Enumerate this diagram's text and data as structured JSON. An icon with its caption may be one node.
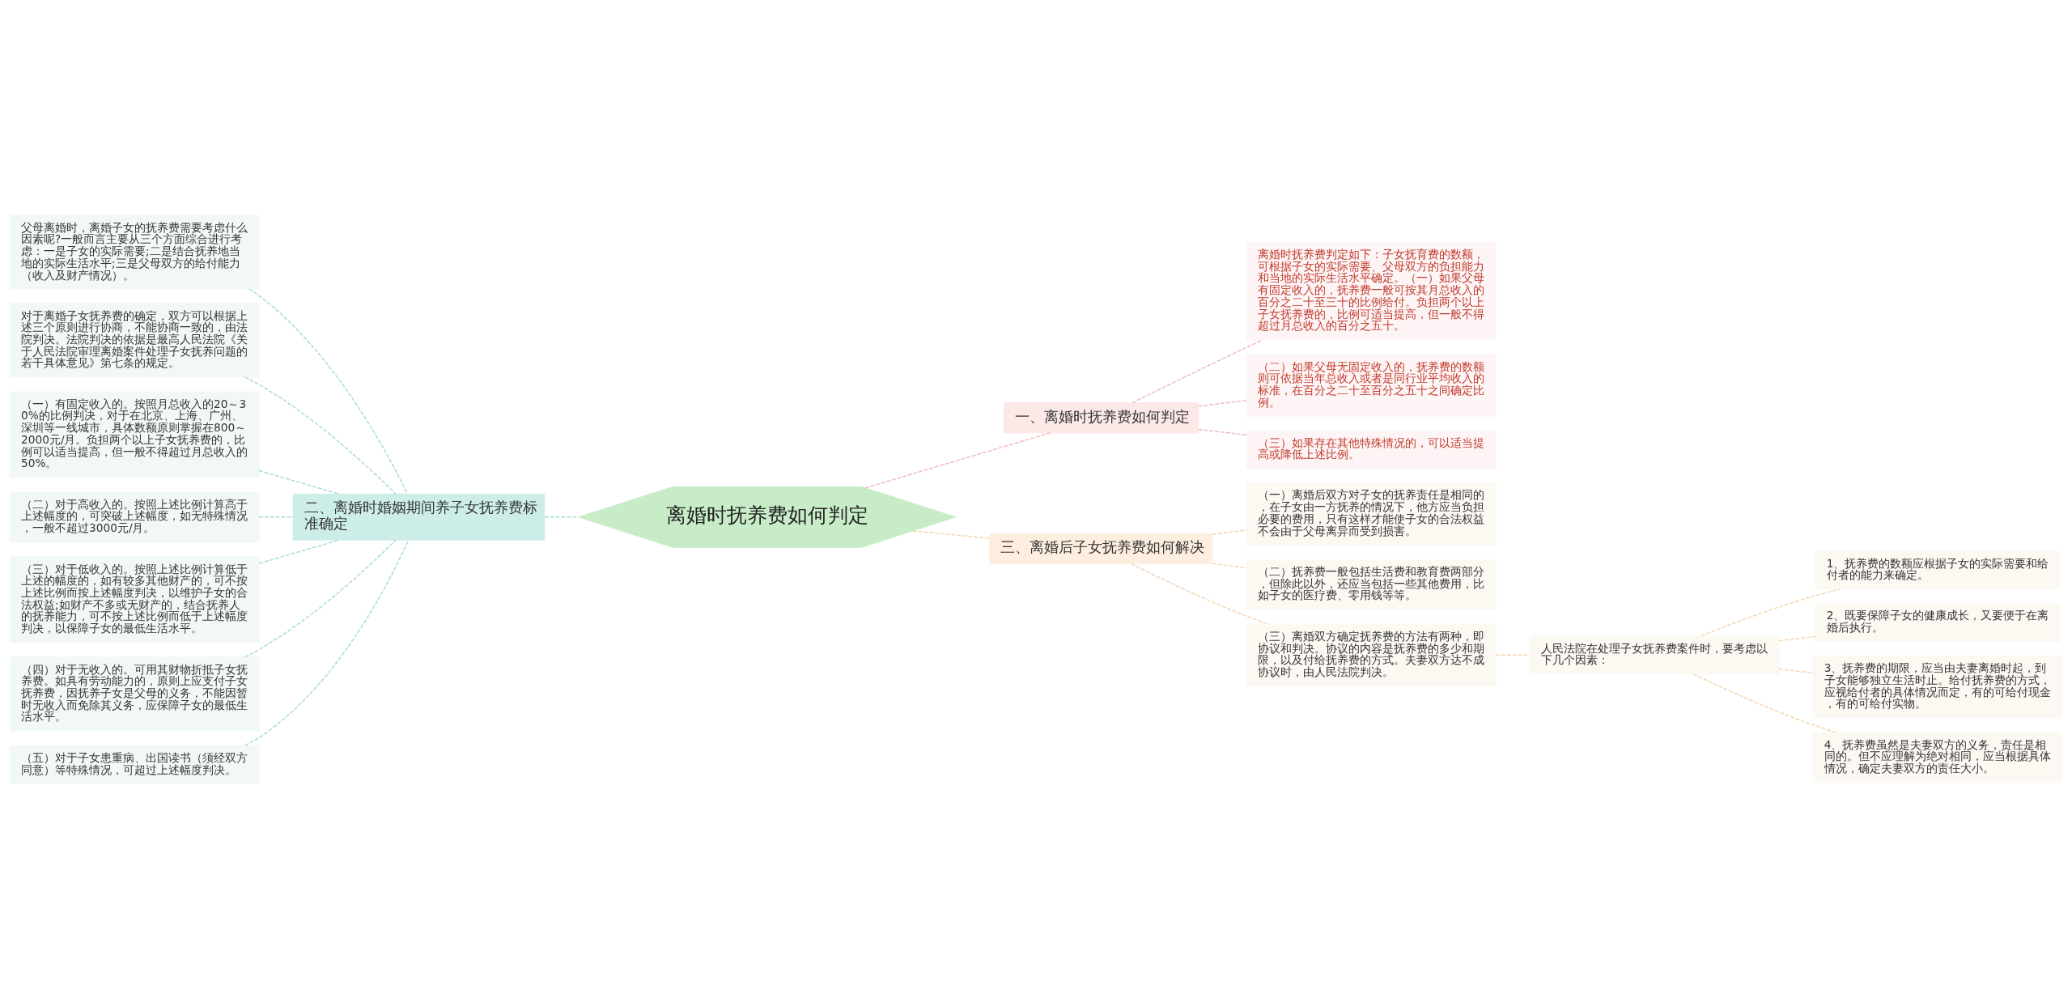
{
  "diagram": {
    "nodes": [
      {
        "text": [
          "离婚时抚养费如何判定"
        ]
      },
      {
        "text": [
          "一、离婚时抚养费如何判定"
        ]
      },
      {
        "text": [
          "离婚时抚养费判定如下：子女抚育费的数额，可根据子女的实际需要、父母双方的负担能力和当地的实际生活水平确定。（一）如果父母有固定收入的，抚养费一般可按其月总收入的百分之二十至三十的比例给付。负担两个以上子女抚养费的，比例可适当提高，但一般不得超过月总收入的百分之五十。"
        ]
      },
      {
        "text": [
          "（二）如果父母无固定收入的，抚养费的数额则可依据当年总收入或者是同行业平均收入的标准，在百分之二十至百分之五十之间确定比例。"
        ]
      },
      {
        "text": [
          "（三）如果存在其他特殊情况的，可以适当提高或降低上述比例。"
        ]
      },
      {
        "text": [
          "二、离婚时婚姻期间养子女抚养费标准确定"
        ]
      },
      {
        "text": [
          "父母离婚时，离婚子女的抚养费需要考虑什么因素呢?一般而言主要从三个方面综合进行考虑：一是子女的实际需要;二是结合抚养地当地的实际生活水平;三是父母双方的给付能力（收入及财产情况）。"
        ]
      },
      {
        "text": [
          "对于离婚子女抚养费的确定，双方可以根据上述三个原则进行协商，不能协商一致的，由法院判决。法院判决的依据是最高人民法院《关于人民法院审理离婚案件处理子女抚养问题的若干具体意见》第七条的规定。"
        ]
      },
      {
        "text": [
          "（一）有固定收入的。按照月总收入的20～30%的比例判决，对于在北京、上海、广州、深圳等一线城市，具体数额原则掌握在800～2000元/月。负担两个以上子女抚养费的，比例可以适当提高，但一般不得超过月总收入的50%。"
        ]
      },
      {
        "text": [
          "（二）对于高收入的。按照上述比例计算高于上述幅度的，可突破上述幅度，如无特殊情况，一般不超过3000元/月。"
        ]
      },
      {
        "text": [
          "（三）对于低收入的。按照上述比例计算低于上述的幅度的，如有较多其他财产的，可不按上述比例而按上述幅度判决，以维护子女的合法权益;如财产不多或无财产的，结合抚养人的抚养能力，可不按上述比例而低于上述幅度判决，以保障子女的最低生活水平。"
        ]
      },
      {
        "text": [
          "（四）对于无收入的。可用其财物折抵子女抚养费。如具有劳动能力的，原则上应支付子女抚养费，因抚养子女是父母的义务，不能因暂时无收入而免除其义务，应保障子女的最低生活水平。"
        ]
      },
      {
        "text": [
          "（五）对于子女患重病、出国读书（须经双方同意）等特殊情况，可超过上述幅度判决。"
        ]
      },
      {
        "text": [
          "三、离婚后子女抚养费如何解决"
        ]
      },
      {
        "text": [
          "（一）离婚后双方对子女的抚养责任是相同的，在子女由一方抚养的情况下，他方应当负担必要的费用，只有这样才能使子女的合法权益不会由于父母离异而受到损害。"
        ]
      },
      {
        "text": [
          "（二）抚养费一般包括生活费和教育费两部分，但除此以外，还应当包括一些其他费用，比如子女的医疗费、零用钱等等。"
        ]
      },
      {
        "text": [
          "（三）离婚双方确定抚养费的方法有两种，即协议和判决。协议的内容是抚养费的多少和期限，以及付给抚养费的方式。夫妻双方达不成协议时，由人民法院判决。"
        ]
      },
      {
        "text": [
          "人民法院在处理子女抚养费案件时，要考虑以下几个因素："
        ]
      },
      {
        "text": [
          "1、抚养费的数额应根据子女的实际需要和给付者的能力来确定。"
        ]
      },
      {
        "text": [
          "2、既要保障子女的健康成长，又要便于在离婚后执行。"
        ]
      },
      {
        "text": [
          "3、抚养费的期限，应当由夫妻离婚时起，到子女能够独立生活时止。给付抚养费的方式，应视给付者的具体情况而定，有的可给付现金，有的可给付实物。"
        ]
      },
      {
        "text": [
          "4、抚养费虽然是夫妻双方的义务，责任是相同的。但不应理解为绝对相同，应当根据具体情况，确定夫妻双方的责任大小。"
        ]
      }
    ],
    "edges": [
      {
        "from": 0,
        "to": 1,
        "arrow": "none",
        "style": "dashed",
        "color": "#f2b8b8"
      },
      {
        "from": 1,
        "to": 2,
        "arrow": "none",
        "style": "dashed",
        "color": "#f2b8b8"
      },
      {
        "from": 1,
        "to": 3,
        "arrow": "none",
        "style": "dashed",
        "color": "#f2b8b8"
      },
      {
        "from": 1,
        "to": 4,
        "arrow": "none",
        "style": "dashed",
        "color": "#f2b8b8"
      },
      {
        "from": 5,
        "to": 0,
        "arrow": "none",
        "style": "dashed",
        "color": "#a8dcd4"
      },
      {
        "from": 6,
        "to": 5,
        "arrow": "none",
        "style": "dashed",
        "color": "#a8dcd4"
      },
      {
        "from": 7,
        "to": 5,
        "arrow": "none",
        "style": "dashed",
        "color": "#a8dcd4"
      },
      {
        "from": 8,
        "to": 5,
        "arrow": "none",
        "style": "dashed",
        "color": "#a8dcd4"
      },
      {
        "from": 9,
        "to": 5,
        "arrow": "none",
        "style": "dashed",
        "color": "#a8dcd4"
      },
      {
        "from": 10,
        "to": 5,
        "arrow": "none",
        "style": "dashed",
        "color": "#a8dcd4"
      },
      {
        "from": 11,
        "to": 5,
        "arrow": "none",
        "style": "dashed",
        "color": "#a8dcd4"
      },
      {
        "from": 12,
        "to": 5,
        "arrow": "none",
        "style": "dashed",
        "color": "#a8dcd4"
      },
      {
        "from": 0,
        "to": 13,
        "arrow": "none",
        "style": "dashed",
        "color": "#f5d4b0"
      },
      {
        "from": 13,
        "to": 14,
        "arrow": "none",
        "style": "dashed",
        "color": "#f5d4b0"
      },
      {
        "from": 13,
        "to": 15,
        "arrow": "none",
        "style": "dashed",
        "color": "#f5d4b0"
      },
      {
        "from": 13,
        "to": 16,
        "arrow": "none",
        "style": "dashed",
        "color": "#f5d4b0"
      },
      {
        "from": 16,
        "to": 17,
        "arrow": "none",
        "style": "dashed",
        "color": "#f5d4b0"
      },
      {
        "from": 17,
        "to": 18,
        "arrow": "none",
        "style": "dashed",
        "color": "#f5d4b0"
      },
      {
        "from": 17,
        "to": 19,
        "arrow": "none",
        "style": "dashed",
        "color": "#f5d4b0"
      },
      {
        "from": 17,
        "to": 20,
        "arrow": "none",
        "style": "dashed",
        "color": "#f5d4b0"
      },
      {
        "from": 17,
        "to": 21,
        "arrow": "none",
        "style": "dashed",
        "color": "#f5d4b0"
      }
    ]
  }
}
